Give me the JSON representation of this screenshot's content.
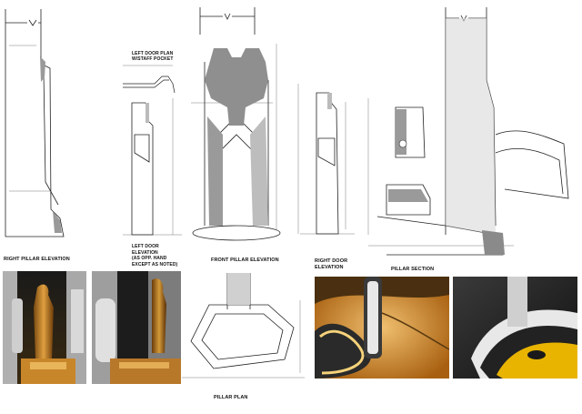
{
  "drawing": {
    "captions": {
      "right_pillar_elevation": "RIGHT PILLAR ELEVATION",
      "left_door_plan": "LEFT DOOR PLAN",
      "left_door_plan_sub": "W/STAFF POCKET",
      "left_door_elevation": "LEFT DOOR",
      "left_door_elevation_2": "ELEVATION",
      "left_door_elevation_3": "(AS OPP. HAND",
      "left_door_elevation_4": "EXCEPT AS NOTED)",
      "front_pillar_elevation": "FRONT PILLAR ELEVATION",
      "right_door_elevation": "RIGHT DOOR",
      "right_door_elevation_2": "ELEVATION",
      "pillar_section": "PILLAR SECTION",
      "pillar_plan": "PILLAR PLAN"
    },
    "colors": {
      "line": "#222222",
      "fill_gray": "#9a9a9a",
      "fill_light": "#d8d8d8",
      "gold": "#c8862a",
      "yellow": "#e8b400"
    }
  }
}
